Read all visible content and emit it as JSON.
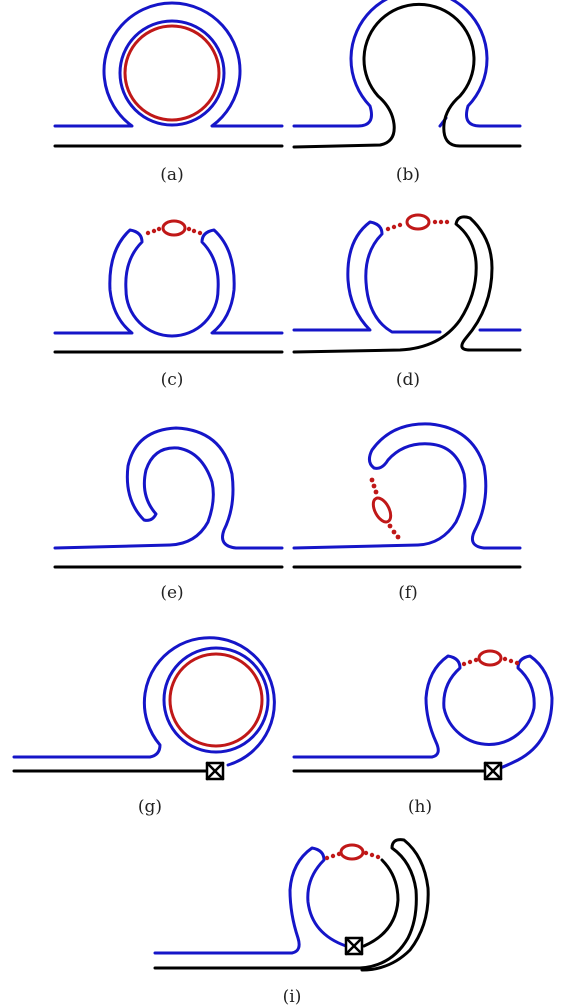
{
  "colors": {
    "blue": "#1515c8",
    "red": "#c01818",
    "black": "#000000"
  },
  "panels": [
    {
      "id": "a",
      "label": "(a)"
    },
    {
      "id": "b",
      "label": "(b)"
    },
    {
      "id": "c",
      "label": "(c)"
    },
    {
      "id": "d",
      "label": "(d)"
    },
    {
      "id": "e",
      "label": "(e)"
    },
    {
      "id": "f",
      "label": "(f)"
    },
    {
      "id": "g",
      "label": "(g)"
    },
    {
      "id": "h",
      "label": "(h)"
    },
    {
      "id": "i",
      "label": "(i)"
    }
  ]
}
